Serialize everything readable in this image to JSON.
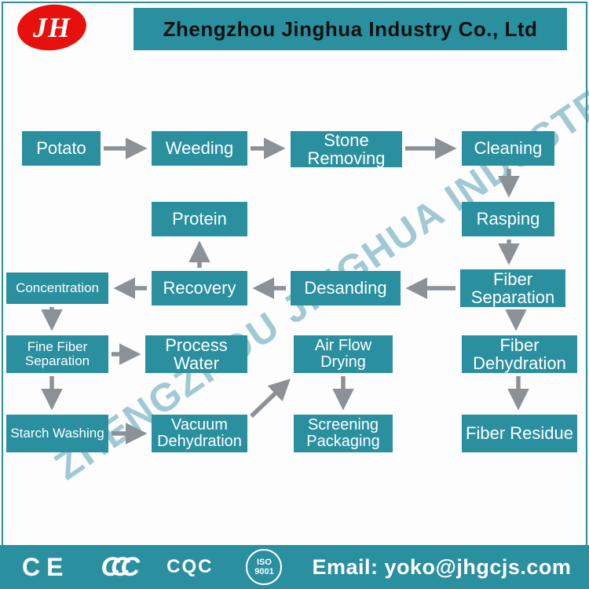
{
  "header": {
    "logo_text": "JH",
    "company": "Zhengzhou Jinghua Industry Co., Ltd"
  },
  "watermark": "ZHENGZHOU JINGHUA INDUSTRY",
  "flow": {
    "potato": "Potato",
    "weeding": "Weeding",
    "stone_removing": "Stone Removing",
    "cleaning": "Cleaning",
    "rasping": "Rasping",
    "protein": "Protein",
    "recovery": "Recovery",
    "desanding": "Desanding",
    "fiber_separation": "Fiber Separation",
    "concentration": "Concentration",
    "fine_fiber_separation": "Fine Fiber Separation",
    "process_water": "Process Water",
    "air_flow_drying": "Air Flow Drying",
    "fiber_dehydration": "Fiber Dehydration",
    "starch_washing": "Starch Washing",
    "vacuum_dehydration": "Vacuum Dehydration",
    "screening_packaging": "Screening Packaging",
    "fiber_residue": "Fiber Residue"
  },
  "footer": {
    "email": "Email: yoko@jhgcjs.com",
    "badges": {
      "ce": "CE",
      "ccc": "CCC",
      "cqc": "CQC",
      "iso_line1": "ISO",
      "iso_line2": "9001"
    }
  },
  "colors": {
    "teal": "#2a8f9f",
    "logo_red": "#e8100c",
    "arrow_gray": "#8b9196",
    "watermark": "rgba(70,150,170,0.5)"
  }
}
